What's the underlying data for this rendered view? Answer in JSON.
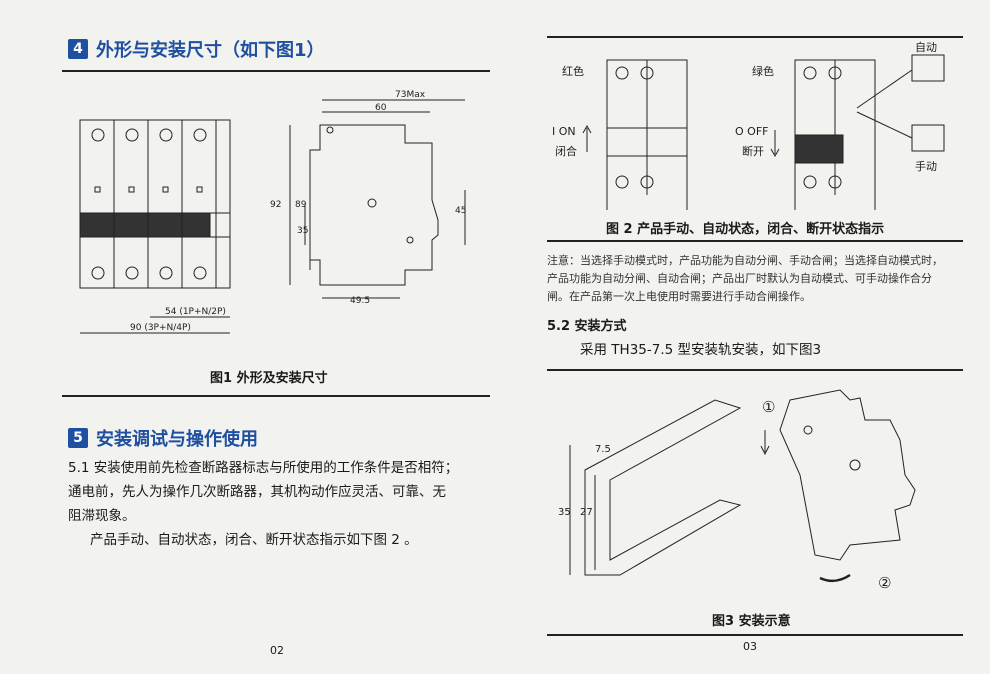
{
  "left": {
    "section4": {
      "num": "4",
      "title": "外形与安装尺寸（如下图1）"
    },
    "fig1": {
      "caption": "图1 外形及安装尺寸",
      "dims": {
        "d73": "73Max",
        "d60": "60",
        "d92": "92",
        "d89": "89",
        "d35": "35",
        "d45": "45",
        "d49": "49.5",
        "d54": "54 (1P+N/2P)",
        "d90": "90 (3P+N/4P)"
      }
    },
    "section5": {
      "num": "5",
      "title": "安装调试与操作使用"
    },
    "p51": [
      "5.1 安装使用前先检查断路器标志与所使用的工作条件是否相符；",
      "通电前，先人为操作几次断路器，其机构动作应灵活、可靠、无",
      "阻滞现象。"
    ],
    "p51b": "产品手动、自动状态，闭合、断开状态指示如下图 2 。",
    "page": "02"
  },
  "right": {
    "fig2": {
      "red": "红色",
      "green": "绿色",
      "on": "I ON",
      "on_cn": "闭合",
      "off": "O OFF",
      "off_cn": "断开",
      "auto": "自动",
      "manual": "手动",
      "caption": "图 2 产品手动、自动状态，闭合、断开状态指示"
    },
    "note": [
      "注意：当选择手动模式时，产品功能为自动分闸、手动合闸；当选择自动模式时，",
      "产品功能为自动分闸、自动合闸；产品出厂时默认为自动模式、可手动操作合分",
      "闸。在产品第一次上电使用时需要进行手动合闸操作。"
    ],
    "s52": "5.2 安装方式",
    "s52text": "采用 TH35-7.5 型安装轨安装，如下图3",
    "fig3": {
      "d75": "7.5",
      "d35": "35",
      "d27": "27",
      "step1": "①",
      "step2": "②",
      "caption": "图3 安装示意"
    },
    "page": "03"
  }
}
